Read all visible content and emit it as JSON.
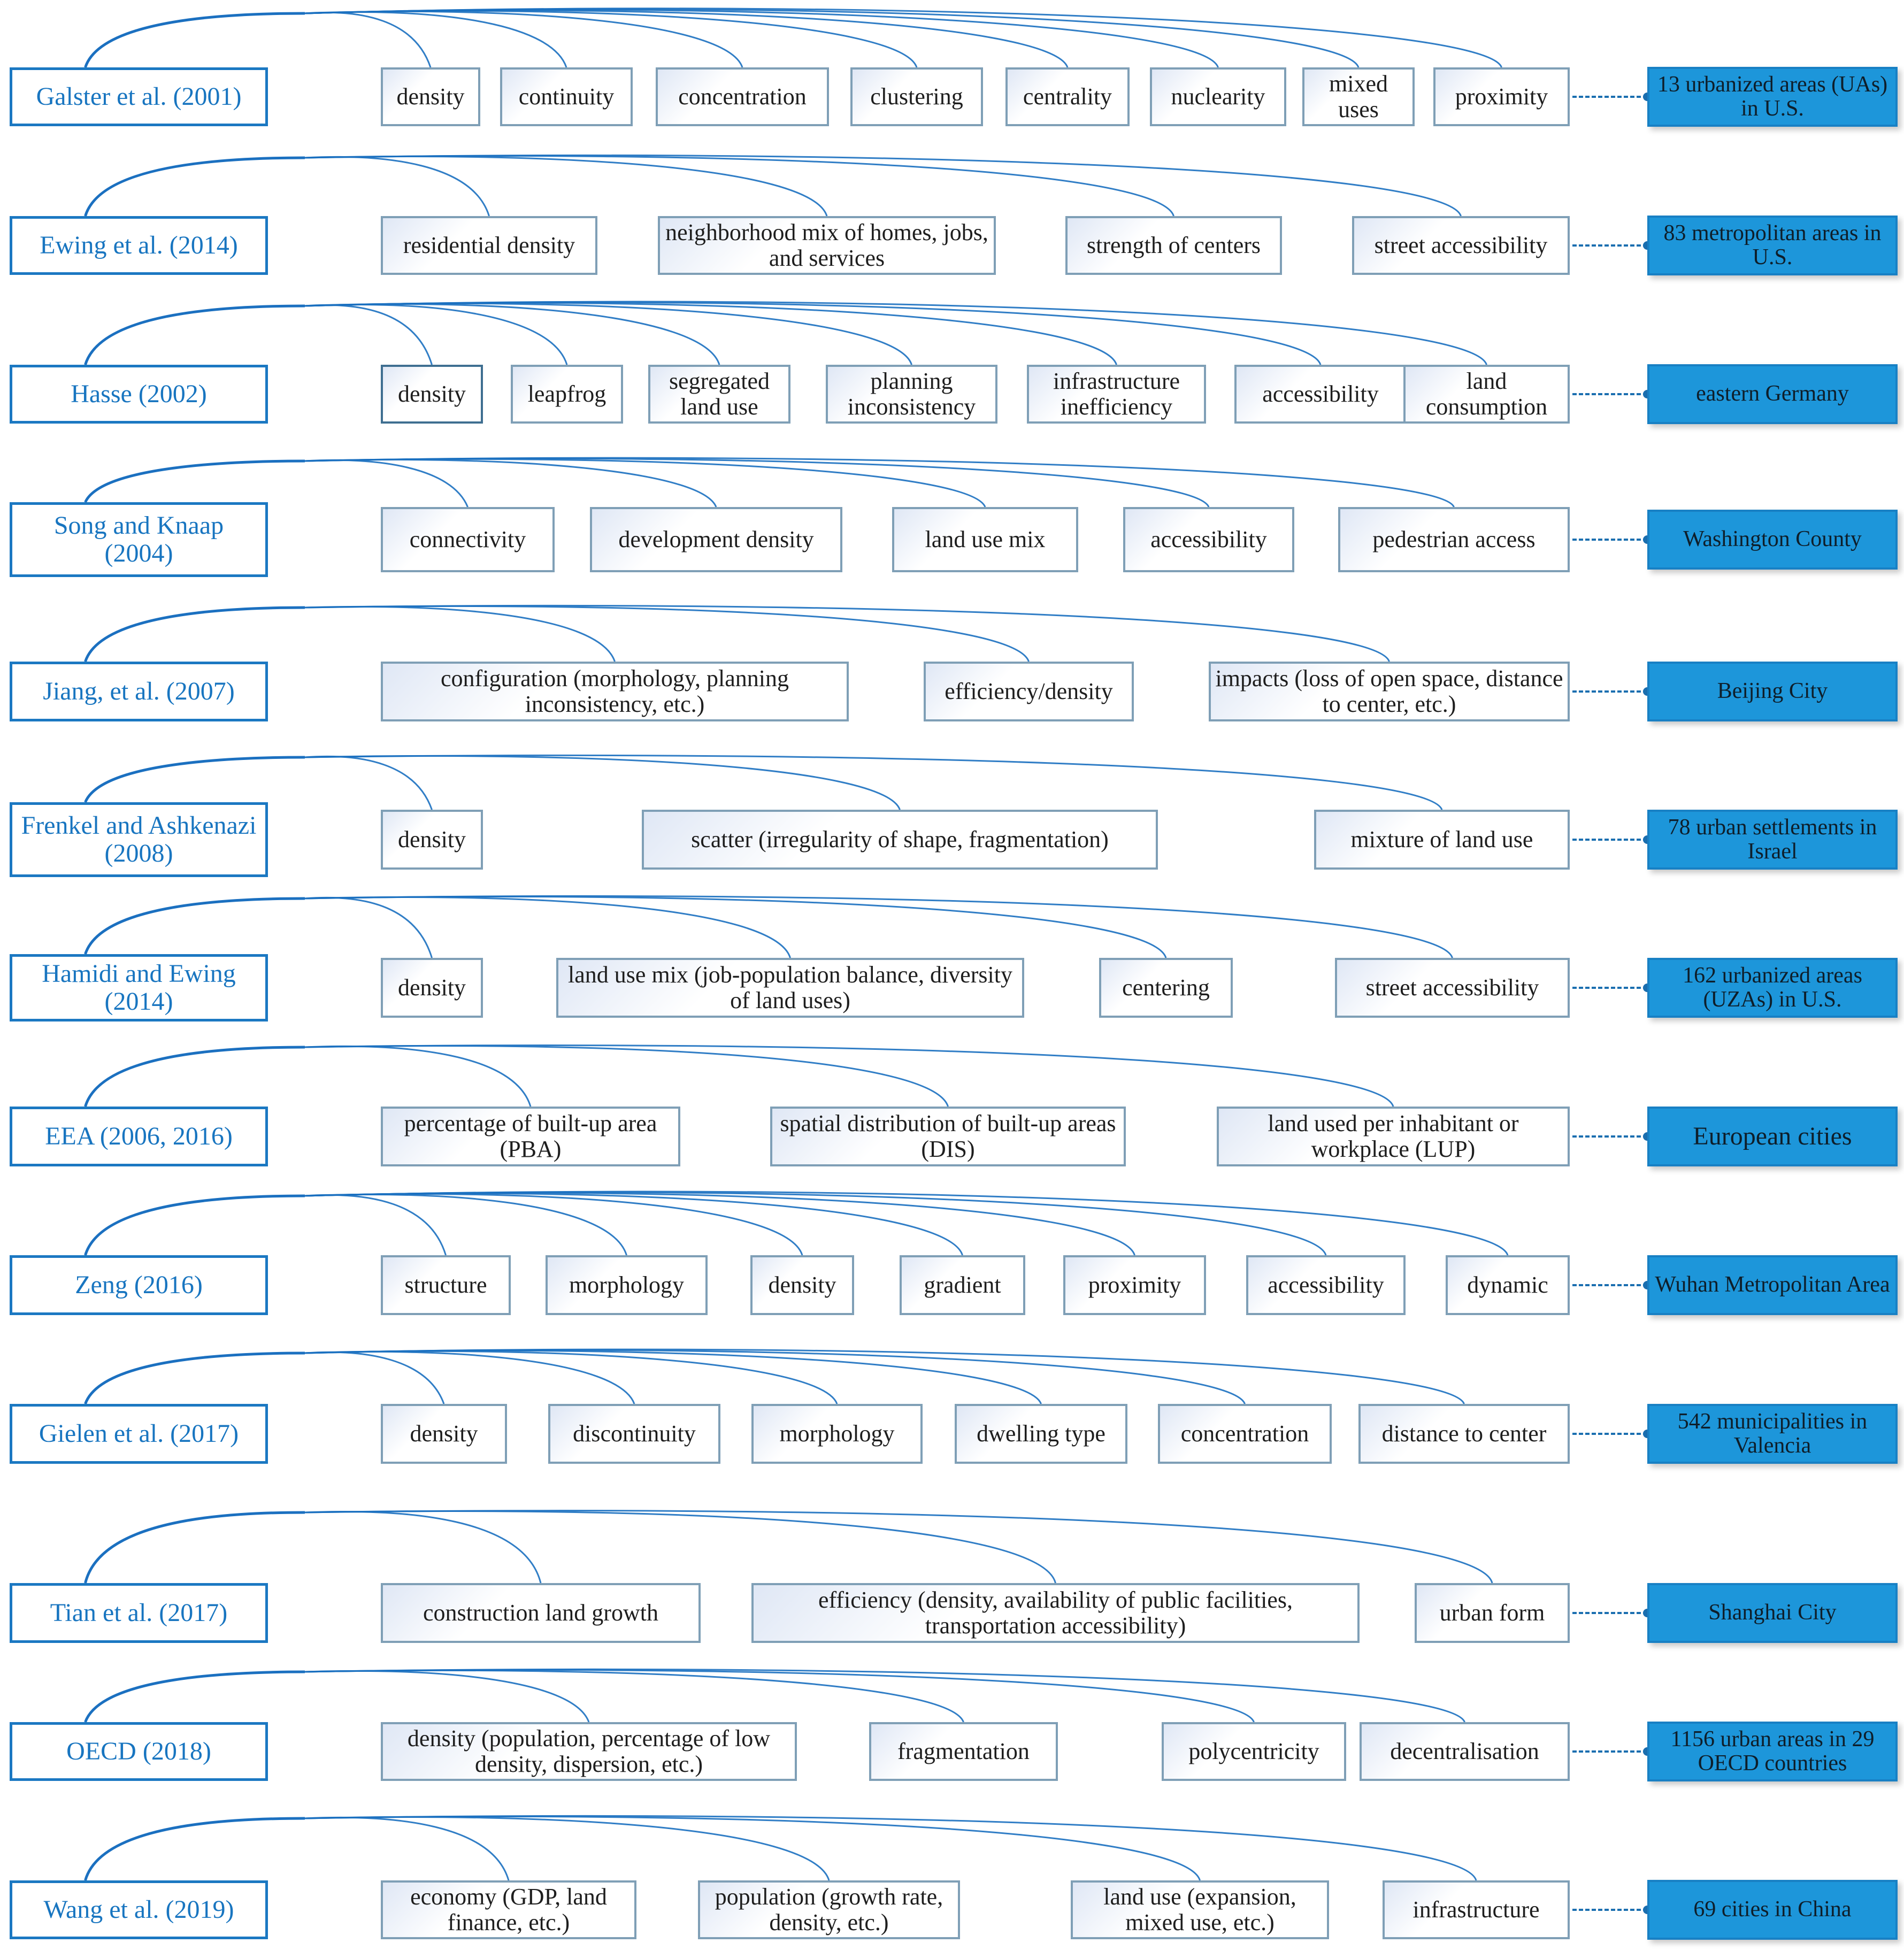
{
  "colors": {
    "accent": "#1b78c2",
    "region_fill": "#1d96da",
    "arc": "#1b70c0"
  },
  "rows": [
    {
      "author": "Galster et al. (2001)",
      "indicators": [
        "density",
        "continuity",
        "concentration",
        "clustering",
        "centrality",
        "nuclearity",
        "mixed uses",
        "proximity"
      ],
      "region": "13 urbanized areas (UAs) in U.S."
    },
    {
      "author": "Ewing et al. (2014)",
      "indicators": [
        "residential density",
        "neighborhood mix of homes, jobs, and services",
        "strength of centers",
        "street accessibility"
      ],
      "region": "83 metropolitan areas in U.S."
    },
    {
      "author": "Hasse (2002)",
      "indicators": [
        "density",
        "leapfrog",
        "segregated land use",
        "planning inconsistency",
        "infrastructure inefficiency",
        "accessibility",
        "land consumption"
      ],
      "region": "eastern Germany"
    },
    {
      "author": "Song and Knaap (2004)",
      "indicators": [
        "connectivity",
        "development density",
        "land use mix",
        "accessibility",
        "pedestrian access"
      ],
      "region": "Washington County"
    },
    {
      "author": "Jiang, et al. (2007)",
      "indicators": [
        "configuration (morphology, planning inconsistency, etc.)",
        "efficiency/density",
        "impacts (loss of open space, distance to center, etc.)"
      ],
      "region": "Beijing City"
    },
    {
      "author": "Frenkel and Ashkenazi (2008)",
      "indicators": [
        "density",
        "scatter (irregularity of shape,  fragmentation)",
        "mixture of land use"
      ],
      "region": "78 urban settlements in Israel"
    },
    {
      "author": "Hamidi and Ewing (2014)",
      "indicators": [
        "density",
        "land use mix (job-population balance, diversity of land uses)",
        "centering",
        "street accessibility"
      ],
      "region": "162 urbanized areas (UZAs) in U.S."
    },
    {
      "author": "EEA (2006, 2016)",
      "indicators": [
        "percentage of built-up area (PBA)",
        "spatial distribution of built-up areas (DIS)",
        "land used per inhabitant or workplace (LUP)"
      ],
      "region": "European cities"
    },
    {
      "author": "Zeng (2016)",
      "indicators": [
        "structure",
        "morphology",
        "density",
        "gradient",
        "proximity",
        "accessibility",
        "dynamic"
      ],
      "region": "Wuhan Metropolitan Area"
    },
    {
      "author": "Gielen et al. (2017)",
      "indicators": [
        "density",
        "discontinuity",
        "morphology",
        "dwelling type",
        "concentration",
        "distance to center"
      ],
      "region": "542 municipalities in Valencia"
    },
    {
      "author": "Tian et al. (2017)",
      "indicators": [
        "construction land growth",
        "efficiency (density, availability of public facilities, transportation accessibility)",
        "urban form"
      ],
      "region": "Shanghai City"
    },
    {
      "author": "OECD (2018)",
      "indicators": [
        "density (population, percentage of low density, dispersion, etc.)",
        "fragmentation",
        "polycentricity",
        "decentralisation"
      ],
      "region": "1156 urban areas in 29 OECD countries"
    },
    {
      "author": "Wang et al. (2019)",
      "indicators": [
        "economy (GDP, land finance, etc.)",
        "population (growth rate, density, etc.)",
        "land use (expansion, mixed use, etc.)",
        "infrastructure"
      ],
      "region": "69 cities in China"
    }
  ]
}
